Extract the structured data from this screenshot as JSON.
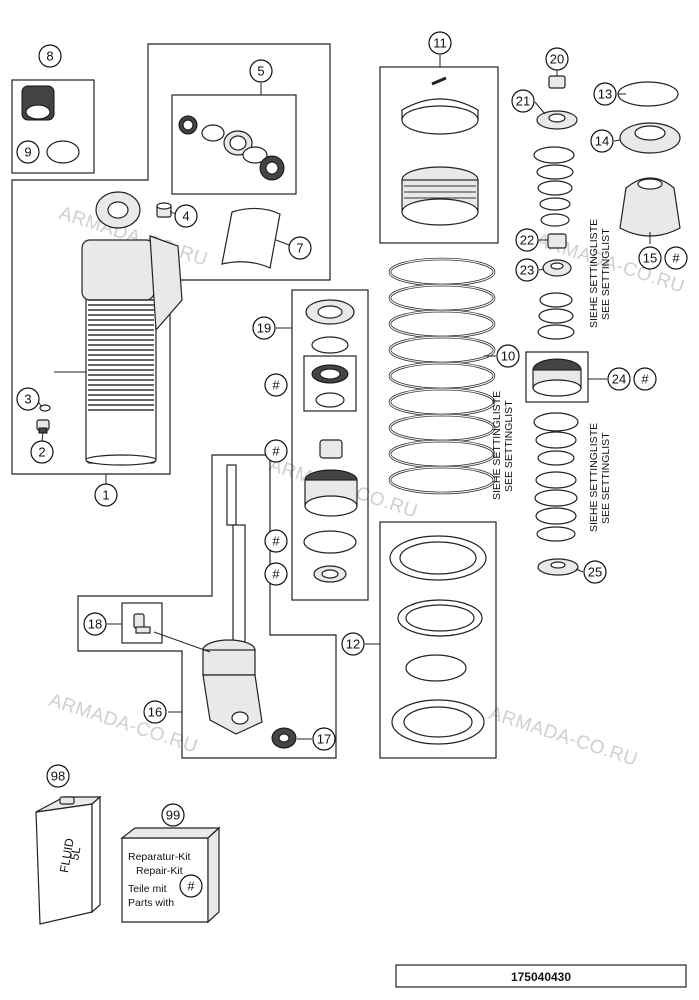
{
  "watermarks": [
    "ARMADA-CO.RU",
    "ARMADA-CO.RU",
    "ARMADA-CO.RU",
    "ARMADA-CO.RU",
    "ARMADA-CO.RU"
  ],
  "callouts": {
    "c1": "1",
    "c2": "2",
    "c3": "3",
    "c4": "4",
    "c5": "5",
    "c6": "7",
    "c7": "8",
    "c8": "9",
    "c9": "10",
    "c10": "11",
    "c11": "12",
    "c12": "13",
    "c13": "14",
    "c14": "15",
    "c15": "16",
    "c16": "17",
    "c17": "18",
    "c18": "19",
    "c19": "20",
    "c20": "21",
    "c21": "22",
    "c22": "23",
    "c23": "24",
    "c24": "25",
    "c25": "98",
    "c26": "99",
    "hash": "#"
  },
  "setting_list": {
    "de": "SIEHE SETTINGLISTE",
    "en": "SEE SETTINGLIST"
  },
  "fluid_can": {
    "line1": "FLUID",
    "line2": "5L"
  },
  "repair_kit": {
    "line1": "Reparatur-Kit",
    "line2": "Repair-Kit",
    "line3": "Teile mit",
    "line4": "Parts with",
    "symbol": "#"
  },
  "document_number": "175040430"
}
